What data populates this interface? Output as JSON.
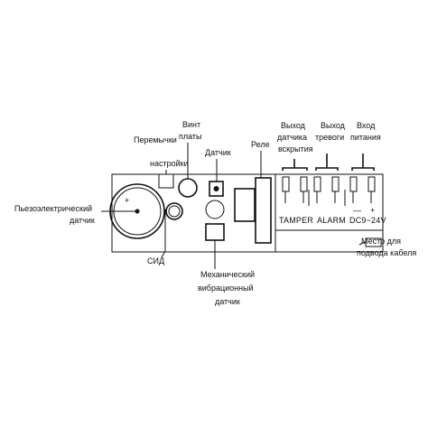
{
  "labels": {
    "piezo_l1": "Пьезоэлектрический",
    "piezo_l2": "датчик",
    "jumpers_l1": "Перемычки",
    "jumpers_l2": "настройки",
    "screw_l1": "Винт",
    "screw_l2": "платы",
    "sensor": "Датчик",
    "relay": "Реле",
    "tamper_out_l1": "Выход",
    "tamper_out_l2": "датчика",
    "tamper_out_l3": "вскрытия",
    "alarm_out_l1": "Выход",
    "alarm_out_l2": "тревоги",
    "power_in_l1": "Вход",
    "power_in_l2": "питания",
    "led": "СИД",
    "mech_l1": "Механический",
    "mech_l2": "вибрационный",
    "mech_l3": "датчик",
    "cable_l1": "Место для",
    "cable_l2": "подвода кабеля"
  },
  "board_marks": {
    "plus": "+",
    "tamper": "TAMPER",
    "alarm": "ALARM",
    "minus": "—",
    "plus_power": "+",
    "dc": "DC9~24V"
  }
}
